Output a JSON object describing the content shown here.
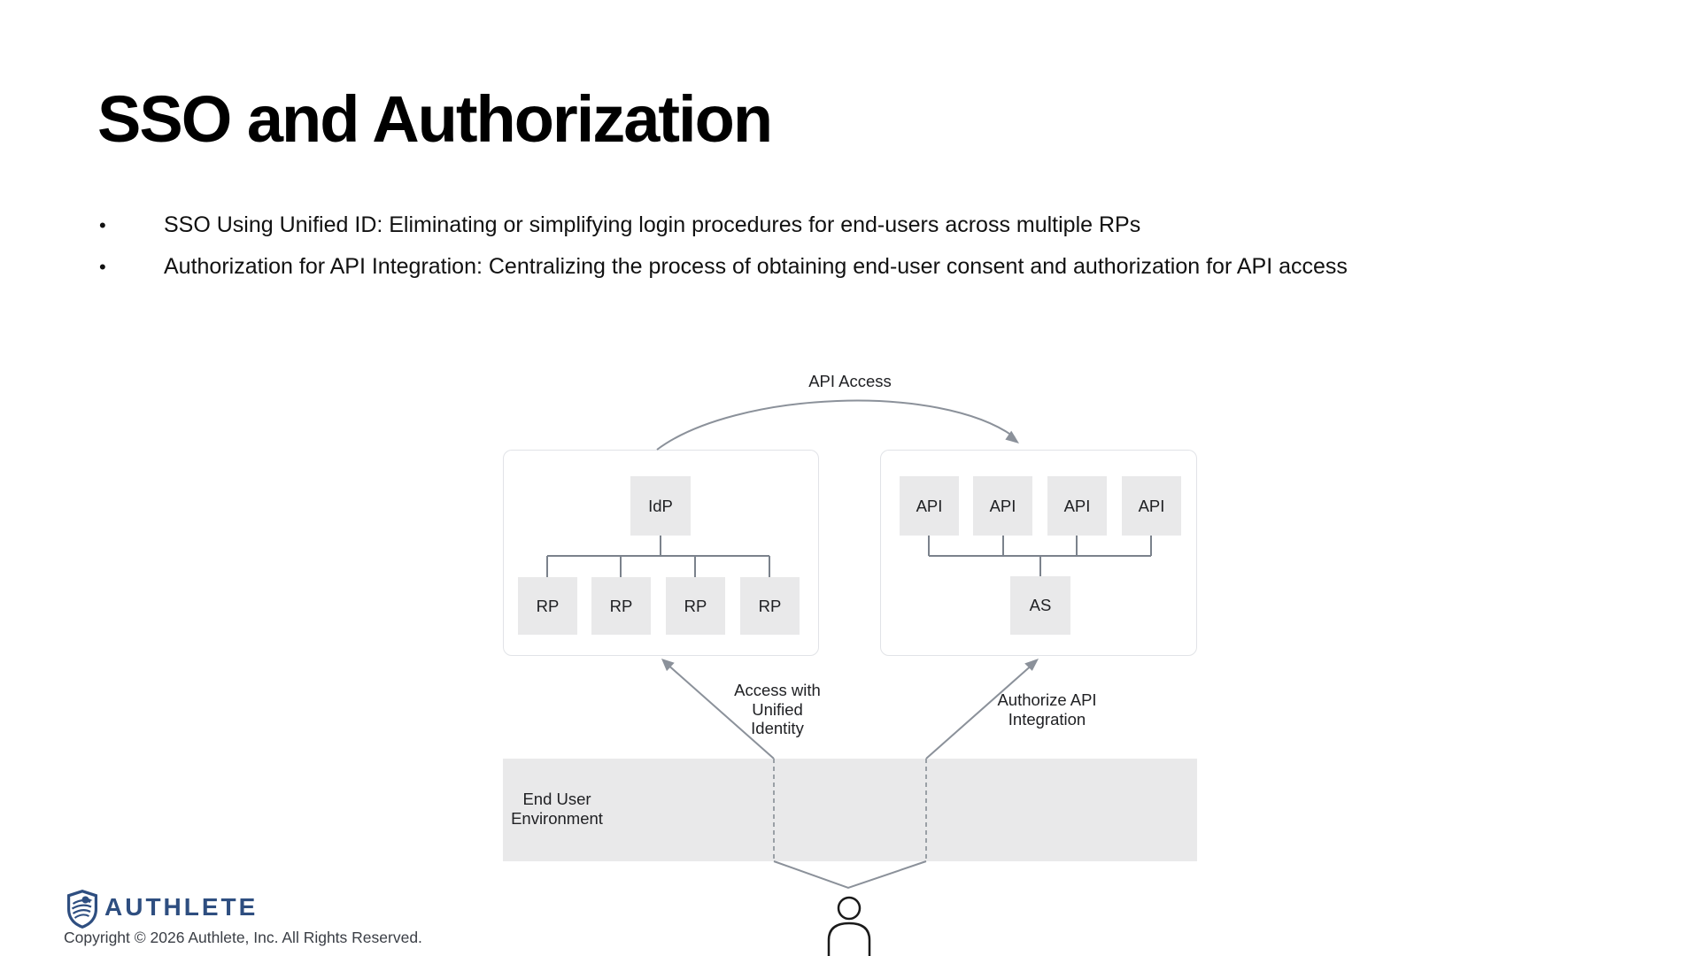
{
  "slide": {
    "title": "SSO and Authorization",
    "bullet_char": "•",
    "bullets": [
      "SSO Using Unified ID: Eliminating or simplifying login procedures for end-users across multiple RPs",
      "Authorization for API Integration: Centralizing the process of obtaining end-user consent and authorization for API access"
    ]
  },
  "diagram": {
    "api_access_label": "API Access",
    "idp_node": "IdP",
    "rp_nodes": [
      "RP",
      "RP",
      "RP",
      "RP"
    ],
    "api_nodes": [
      "API",
      "API",
      "API",
      "API"
    ],
    "as_node": "AS",
    "access_label_lines": [
      "Access with",
      "Unified",
      "Identity"
    ],
    "authorize_label_lines": [
      "Authorize API",
      "Integration"
    ],
    "environment_label_lines": [
      "End User",
      "Environment"
    ]
  },
  "footer": {
    "logo_text": "AUTHLETE",
    "copyright": "Copyright © 2026 Authlete, Inc. All Rights Reserved."
  },
  "colors": {
    "node_fill": "#e9e9ea",
    "container_border": "#e1e3e7",
    "connector_gray": "#7b828c",
    "arrow_gray": "#8b919a",
    "brand_navy": "#2e4e80",
    "text_dark": "#202124"
  }
}
